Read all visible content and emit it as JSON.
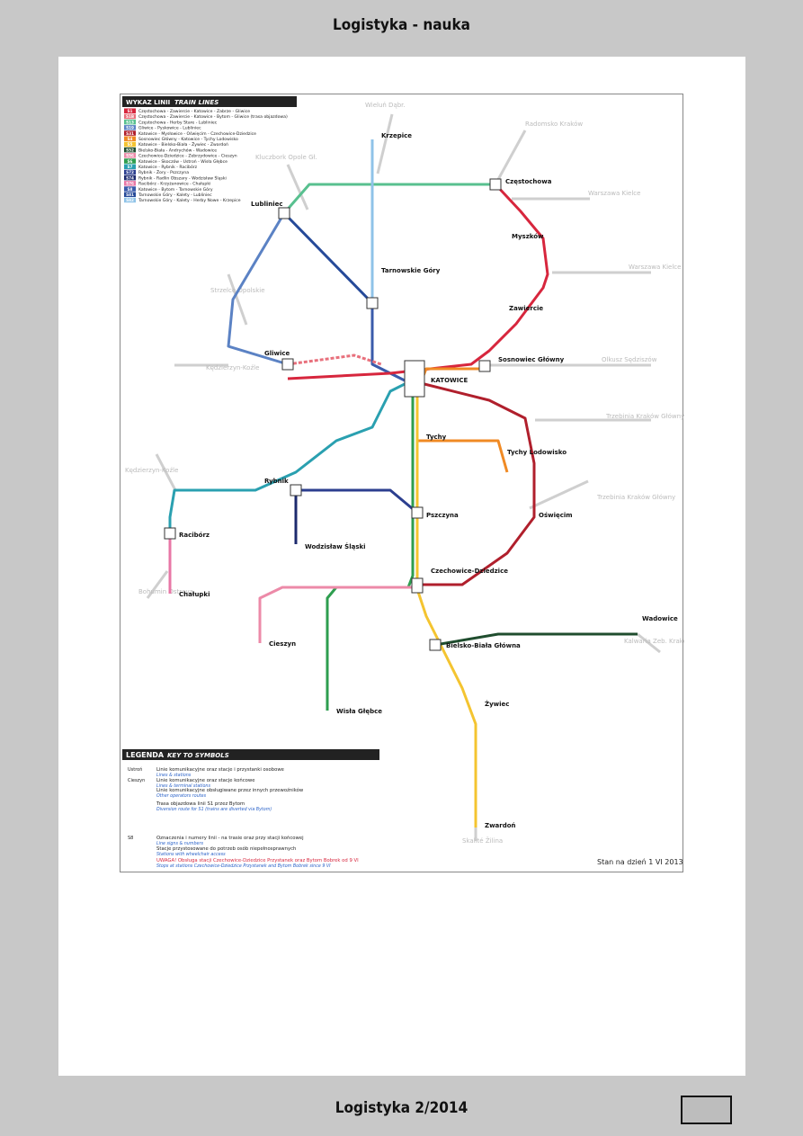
{
  "header": {
    "title": "Logistyka - nauka"
  },
  "footer": {
    "title": "Logistyka 2/2014",
    "page_number": ""
  },
  "legend_lines": {
    "title": "WYKAZ LINII",
    "title_en": "TRAIN LINES",
    "items": [
      {
        "code": "S1",
        "color": "#d7263d",
        "text": "Częstochowa - Zawiercie - Katowice - Zabrze - Gliwice"
      },
      {
        "code": "S1B",
        "color": "#e8707c",
        "text": "Częstochowa - Zawiercie - Katowice - Bytom - Gliwice (trasa objazdowa)"
      },
      {
        "code": "S13",
        "color": "#58c08f",
        "text": "Częstochowa - Herby Stare - Lubliniec"
      },
      {
        "code": "S19",
        "color": "#5b82c4",
        "text": "Gliwice - Pyskowice - Lubliniec"
      },
      {
        "code": "S31",
        "color": "#b01f2c",
        "text": "Katowice - Mysłowice - Oświęcim - Czechowice-Dziedzice"
      },
      {
        "code": "S4",
        "color": "#f08a24",
        "text": "Sosnowiec Główny - Katowice - Tychy Lodowisko"
      },
      {
        "code": "S5",
        "color": "#f4c430",
        "text": "Katowice - Bielsko-Biała - Żywiec - Zwardoń"
      },
      {
        "code": "S52",
        "color": "#1f4d2e",
        "text": "Bielsko-Biała - Andrychów - Wadowice"
      },
      {
        "code": "S56",
        "color": "#ec8aa8",
        "text": "Czechowice-Dziedzice - Zebrzydowice - Cieszyn"
      },
      {
        "code": "S6",
        "color": "#2e9e4f",
        "text": "Katowice - Skoczów - Ustroń - Wisła Głębce"
      },
      {
        "code": "S7",
        "color": "#2aa0b0",
        "text": "Katowice - Rybnik - Racibórz"
      },
      {
        "code": "S72",
        "color": "#2c3f8f",
        "text": "Rybnik - Żory - Pszczyna"
      },
      {
        "code": "S74",
        "color": "#1d2a6e",
        "text": "Rybnik - Radlin Obszary - Wodzisław Śląski"
      },
      {
        "code": "S76",
        "color": "#e877a6",
        "text": "Racibórz - Krzyżanowice - Chałupki"
      },
      {
        "code": "S8",
        "color": "#3a5bab",
        "text": "Katowice - Bytom - Tarnowskie Góry"
      },
      {
        "code": "S81",
        "color": "#264a99",
        "text": "Tarnowskie Góry - Kalety - Lubliniec"
      },
      {
        "code": "S82",
        "color": "#8fc3e8",
        "text": "Tarnowskie Góry - Kalety - Herby Nowe - Krzepice"
      }
    ]
  },
  "legend_symbols": {
    "title": "LEGENDA",
    "title_en": "KEY TO SYMBOLS",
    "items": [
      {
        "sample": "Ustroń",
        "text": "Linie komunikacyjne oraz stacje i przystanki osobowe",
        "text_en": "Lines & stations"
      },
      {
        "sample": "Cieszyn",
        "text": "Linie komunikacyjne oraz stacje końcowe",
        "text_en": "Lines & terminal stations"
      },
      {
        "sample": "",
        "text": "Linie komunikacyjne obsługiwane przez innych przewoźników",
        "text_en": "Other operators routes"
      },
      {
        "sample": "",
        "text": "Trasa objazdowa linii S1 przez Bytom",
        "text_en": "Diversion route for S1 (trains are diverted via Bytom)"
      },
      {
        "sample": "S8",
        "text": "Oznaczenia i numery linii - na trasie oraz przy stacji końcowej",
        "text_en": "Line signs & numbers"
      },
      {
        "sample": "",
        "text": "Stacje przystosowane do potrzeb osób niepełnosprawnych",
        "text_en": "Stations with wheelchair access"
      },
      {
        "sample": "",
        "text": "UWAGA! Obsługa stacji Czechowice-Dziedzice Przystanek oraz Bytom Bobrek od 9 VI",
        "text_en": "Stops at stations Czechowice-Dziedzice Przystanek and Bytom Bobrek since 9 VI"
      }
    ],
    "status": "Stan na dzień 1 VI 2013"
  },
  "map": {
    "hubs": {
      "katowice": "KATOWICE",
      "czestochowa": "Częstochowa",
      "lubliniec": "Lubliniec",
      "gliwice": "Gliwice",
      "tarnowskie_gory": "Tarnowskie Góry",
      "sosnowiec": "Sosnowiec Główny",
      "rybnik": "Rybnik",
      "raciborz": "Racibórz",
      "pszczyna": "Pszczyna",
      "czechowice": "Czechowice-Dziedzice",
      "bielsko": "Bielsko-Biała Główna",
      "cieszyn": "Cieszyn",
      "zwardon": "Zwardoń",
      "wodzislaw": "Wodzisław Śląski",
      "chalupki": "Chałupki",
      "wisla": "Wisła Głębce",
      "oswiecim": "Oświęcim",
      "wadowice": "Wadowice",
      "tychy": "Tychy",
      "zawiercie": "Zawiercie",
      "krzepice": "Krzepice",
      "myszkow": "Myszków",
      "zywiec": "Żywiec",
      "tychy_lodowisko": "Tychy Lodowisko"
    },
    "gray_labels": [
      "Wieluń Dąbr.",
      "Kluczbork Opole Gł.",
      "Radomsko Kraków",
      "Warszawa Kielce",
      "Warszawa Kielce",
      "Olkusz Sędziszów",
      "Strzelce Opolskie",
      "Kędzierzyn-Koźle",
      "Kędzierzyn-Koźle",
      "Trzebinia Kraków Główny",
      "Trzebinia Kraków Główny",
      "Bohumin Ostrava",
      "Kalwaria Zeb. Kraków Gł.",
      "Skalité Žilina"
    ]
  }
}
